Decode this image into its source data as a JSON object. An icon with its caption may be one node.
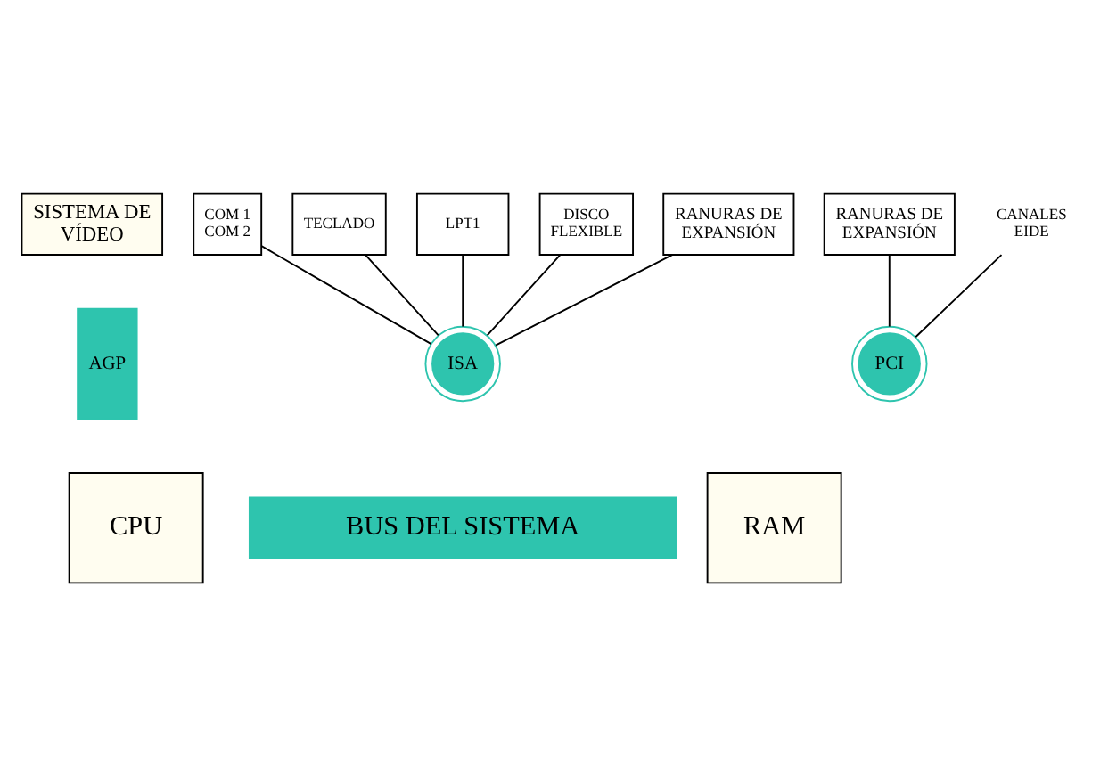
{
  "diagram": {
    "nodes": [
      {
        "text": [
          "RANURAS DE EXPANSIÓN"
        ]
      },
      {
        "text": [
          "COM 1 COM 2"
        ]
      },
      {
        "text": [
          "TECLADO"
        ]
      },
      {
        "text": [
          "LPT1"
        ]
      },
      {
        "text": [
          "DISCO FLEXIBLE"
        ]
      },
      {
        "text": [
          "RANURAS DE EXPANSIÓN"
        ]
      },
      {
        "text": [
          "CANALES EIDE"
        ]
      },
      {
        "text": [
          "SISTEMA DE VÍDEO"
        ]
      },
      {
        "text": [
          "AGP"
        ]
      },
      {
        "text": [
          "ISA"
        ]
      },
      {
        "text": [
          "PCI"
        ]
      },
      {
        "text": [
          "CPU"
        ]
      },
      {
        "text": [
          "BUS DEL SISTEMA"
        ]
      },
      {
        "text": [
          "RAM"
        ]
      }
    ],
    "edges": [
      {
        "from": 1,
        "to": 9,
        "arrow": "none"
      },
      {
        "from": 2,
        "to": 9,
        "arrow": "none"
      },
      {
        "from": 0,
        "to": 9,
        "arrow": "none"
      },
      {
        "from": 3,
        "to": 9,
        "arrow": "none"
      },
      {
        "from": 4,
        "to": 9,
        "arrow": "none"
      },
      {
        "from": 6,
        "to": 10,
        "arrow": "none"
      },
      {
        "from": 5,
        "to": 10,
        "arrow": "none"
      }
    ]
  }
}
